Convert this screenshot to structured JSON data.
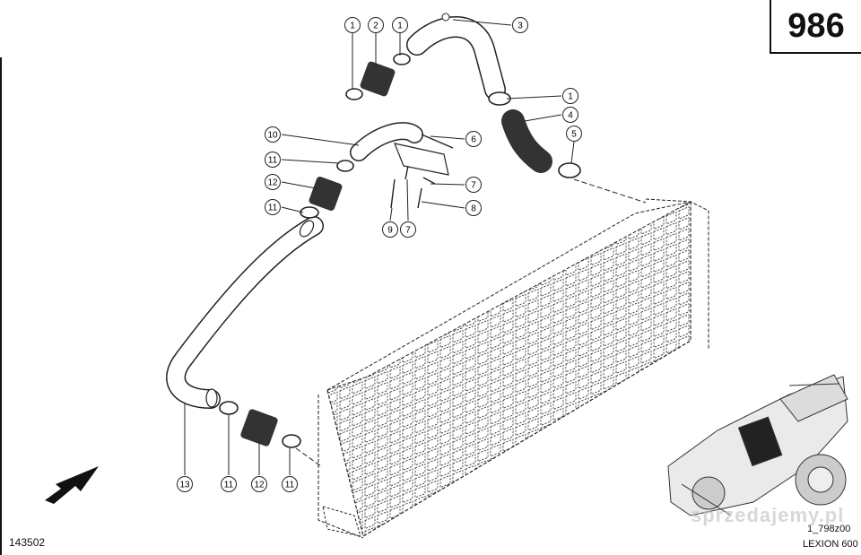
{
  "page_number": "986",
  "drawing_code": "143502",
  "reference": "1_798z00",
  "model": "LEXION 600",
  "watermark": "sprzedajemy.pl",
  "callouts": [
    {
      "id": "c1a",
      "label": "1"
    },
    {
      "id": "c2",
      "label": "2"
    },
    {
      "id": "c1b",
      "label": "1"
    },
    {
      "id": "c3",
      "label": "3"
    },
    {
      "id": "c1c",
      "label": "1"
    },
    {
      "id": "c4",
      "label": "4"
    },
    {
      "id": "c5",
      "label": "5"
    },
    {
      "id": "c10",
      "label": "10"
    },
    {
      "id": "c6",
      "label": "6"
    },
    {
      "id": "c11a",
      "label": "11"
    },
    {
      "id": "c12a",
      "label": "12"
    },
    {
      "id": "c11b",
      "label": "11"
    },
    {
      "id": "c7a",
      "label": "7"
    },
    {
      "id": "c8",
      "label": "8"
    },
    {
      "id": "c9",
      "label": "9"
    },
    {
      "id": "c7b",
      "label": "7"
    },
    {
      "id": "c13",
      "label": "13"
    },
    {
      "id": "c11c",
      "label": "11"
    },
    {
      "id": "c12b",
      "label": "12"
    },
    {
      "id": "c11d",
      "label": "11"
    }
  ]
}
